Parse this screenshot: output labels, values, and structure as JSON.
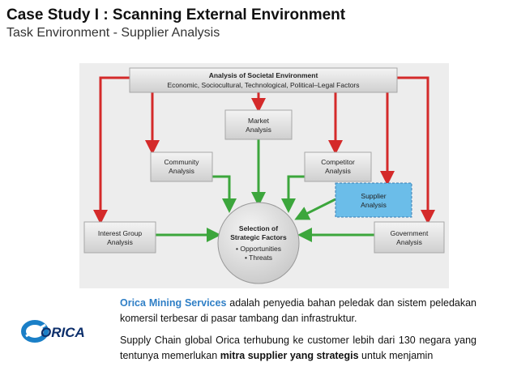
{
  "header": {
    "title": "Case Study I : Scanning External Environment",
    "subtitle": "Task Environment - Supplier Analysis"
  },
  "diagram": {
    "societal_title": "Analysis of Societal Environment",
    "societal_sub": "Economic, Sociocultural, Technological, Political–Legal Factors",
    "market_1": "Market",
    "market_2": "Analysis",
    "community_1": "Community",
    "community_2": "Analysis",
    "competitor_1": "Competitor",
    "competitor_2": "Analysis",
    "supplier_1": "Supplier",
    "supplier_2": "Analysis",
    "interest_1": "Interest Group",
    "interest_2": "Analysis",
    "government_1": "Government",
    "government_2": "Analysis",
    "center_1": "Selection of",
    "center_2": "Strategic Factors",
    "center_3": "• Opportunities",
    "center_4": "• Threats"
  },
  "logo": {
    "text": "ORICA"
  },
  "text": {
    "p1_highlight": "Orica Mining Services",
    "p1_rest": " adalah penyedia bahan peledak dan sistem peledakan komersil terbesar di pasar tambang dan infrastruktur.",
    "p2_a": "Supply Chain global Orica terhubung ke customer lebih dari 130 negara yang tentunya memerlukan ",
    "p2_bold": "mitra supplier yang strategis",
    "p2_c": " untuk menjamin"
  },
  "colors": {
    "red_arrow": "#d42a2a",
    "green_arrow": "#3ca63c",
    "supplier_box": "#6bbde9",
    "highlight_text": "#2f7fc6"
  }
}
